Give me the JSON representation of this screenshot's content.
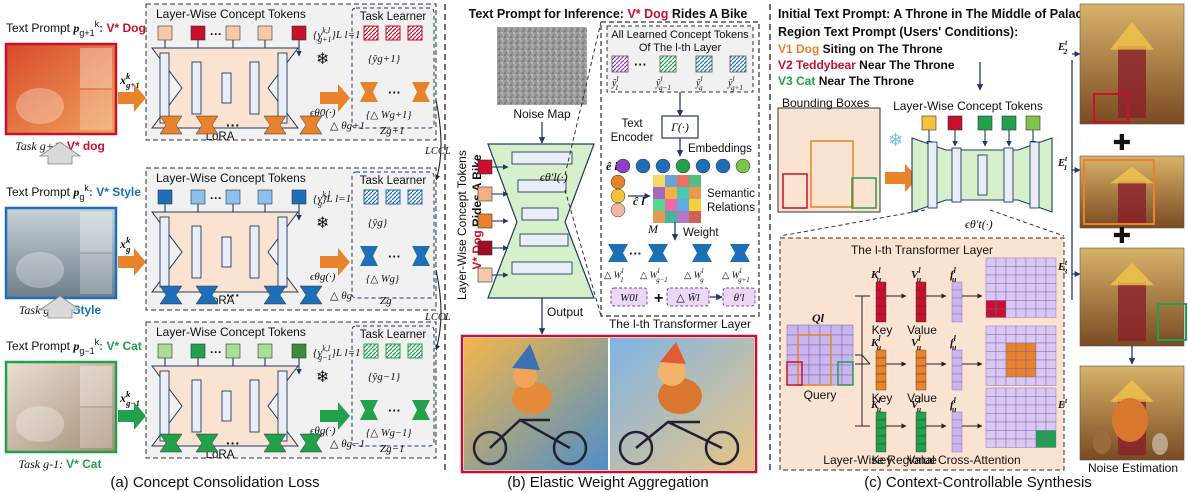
{
  "colors": {
    "red": "#c8102e",
    "blue": "#1f6fb8",
    "green": "#22a04b",
    "orange": "#e8832b",
    "peach": "#fbe3d2",
    "mint": "#d7f0cc",
    "lavender": "#ead8f4",
    "panel": "#f1f1f1",
    "token_grid": "#c9b6ec"
  },
  "panel_a": {
    "caption": "(a) Concept Consolidation Loss",
    "rows": [
      {
        "prompt_prefix": "Text Prompt ",
        "prompt_sym": "p",
        "prompt_sub": "g+1",
        "prompt_sup": "k",
        "prompt_suffix": ": V* Dog",
        "x_sym": "x",
        "x_sub": "g+1",
        "x_sup": "k",
        "task_label": "Task g+1: ",
        "task_concept": "V* dog",
        "tokens_title": "Layer-Wise Concept Tokens",
        "token_set": "{y",
        "token_set_sub": "g+1",
        "token_set_sup": "k,l",
        "token_set_range": "}L l=1",
        "learner_title": "Task Learner",
        "learner_set1": "{ŷ",
        "learner_set1_sub": "g+1",
        "learner_set2": "{△ W",
        "learner_set2_sub": "g+1",
        "lora": "LoRA",
        "eps": "ϵθ0(·)",
        "delta": "△ θg+1",
        "z": "Zg+1",
        "ccl": "LCCL"
      },
      {
        "prompt_prefix": "Text Prompt ",
        "prompt_sym": "p",
        "prompt_sub": "g",
        "prompt_sup": "k",
        "prompt_suffix": ": V* Style",
        "x_sym": "x",
        "x_sub": "g",
        "x_sup": "k",
        "task_label": "Task g: ",
        "task_concept": "V* Style",
        "tokens_title": "Layer-Wise Concept Tokens",
        "token_set": "{y",
        "token_set_sub": "g",
        "token_set_sup": "k,l",
        "token_set_range": "}L l=1",
        "learner_title": "Task Learner",
        "learner_set1": "{ŷ",
        "learner_set1_sub": "g",
        "learner_set2": "{△ W",
        "learner_set2_sub": "g",
        "lora": "LoRA",
        "eps": "ϵθg(·)",
        "delta": "△ θg",
        "z": "Zg",
        "ccl": "LCCL"
      },
      {
        "prompt_prefix": "Text Prompt ",
        "prompt_sym": "p",
        "prompt_sub": "g−1",
        "prompt_sup": "k",
        "prompt_suffix": ": V* Cat",
        "x_sym": "x",
        "x_sub": "g−1",
        "x_sup": "k",
        "task_label": "Task g-1: ",
        "task_concept": "V* Cat",
        "tokens_title": "Layer-Wise Concept Tokens",
        "token_set": "{y",
        "token_set_sub": "g−1",
        "token_set_sup": "k,l",
        "token_set_range": "}L l=1",
        "learner_title": "Task Learner",
        "learner_set1": "{ŷ",
        "learner_set1_sub": "g−1",
        "learner_set2": "{△ W",
        "learner_set2_sub": "g−1",
        "lora": "LoRA",
        "eps": "ϵθg(·)",
        "delta": "△ θg−1",
        "z": "Zg−1",
        "ccl": ""
      }
    ]
  },
  "panel_b": {
    "caption": "(b) Elastic Weight Aggregation",
    "prompt_prefix": "Text Prompt for Inference: ",
    "prompt_concept": "V* Dog",
    "prompt_suffix": " Rides A Bike",
    "noise_map": "Noise Map",
    "side_label_main": "Layer-Wise Concept Tokens",
    "side_label_red": "V* Dog",
    "side_label_tail": " Rides A Bike",
    "eps": "ϵθ′l(·)",
    "output": "Output",
    "all_tokens_title1": "All Learned Concept Tokens",
    "all_tokens_title2": "Of The l-th Layer",
    "token_labels": [
      "ŷ1l",
      "ŷg−1l",
      "ŷgl",
      "ŷg+1l"
    ],
    "text_encoder": "Text\nEncoder",
    "gamma": "Γ(·)",
    "embeddings": "Embeddings",
    "e_hat": "ê l",
    "c_hat": "ĉ l",
    "semantic": "Semantic\nRelations",
    "m_sym": "M",
    "weight": "Weight",
    "w_labels": [
      "△ W1l",
      "△ Wg−1l",
      "△ Wgl",
      "△ Wg+1l"
    ],
    "w0": "W0l",
    "w_bar": "△ W̄l",
    "theta": "θ′l",
    "layer_title": "The l-th Transformer Layer"
  },
  "panel_c": {
    "caption": "(c) Context-Controllable Synthesis",
    "initial_prompt": "Initial Text Prompt: A Throne in The Middle of Palace",
    "region_title": "Region Text Prompt (Users' Conditions):",
    "regions": [
      {
        "tag": "V1 Dog",
        "text": " Siting on The Throne",
        "color": "orange"
      },
      {
        "tag": "V2 Teddybear",
        "text": " Near The Throne",
        "color": "red"
      },
      {
        "tag": "V3 Cat",
        "text": " Near The Throne",
        "color": "green"
      }
    ],
    "bboxes": "Bounding Boxes",
    "tokens_title": "Layer-Wise Concept Tokens",
    "eps": "ϵθ′t(·)",
    "layer_title": "The l-th Transformer Layer",
    "q": "Ql",
    "k_sym": "Kul",
    "v_sym": "Vul",
    "f_sym": "ful",
    "key": "Key",
    "value": "Value",
    "query": "Query",
    "regional": "Layer-Wise Regional Cross-Attention",
    "e_labels": [
      "E2t",
      "E1t",
      "E3t",
      "Et"
    ],
    "noise_est": "Noise Estimation"
  }
}
